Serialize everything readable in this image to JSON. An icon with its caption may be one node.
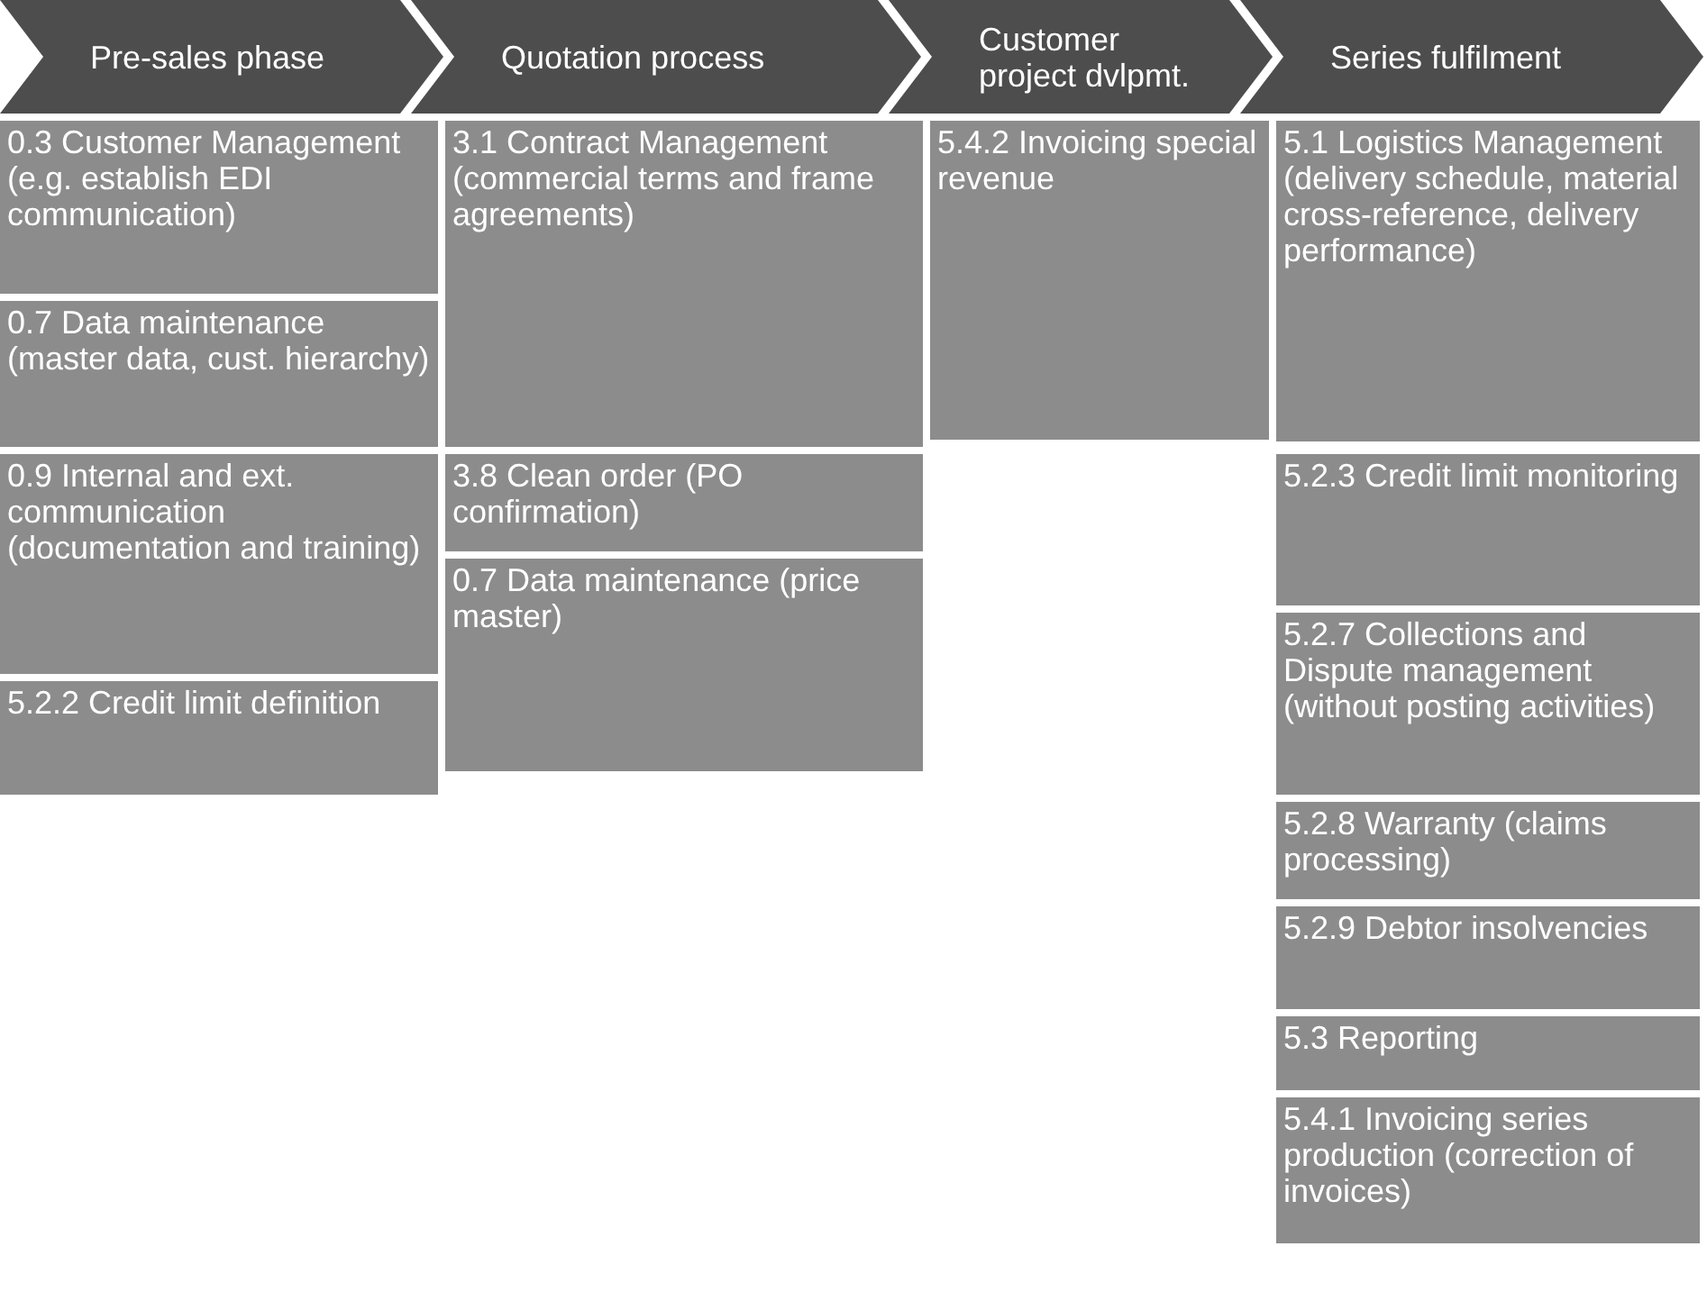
{
  "diagram": {
    "nodes": [
      {
        "text": [
          "Pre-sales phase"
        ]
      },
      {
        "text": [
          "Quotation process"
        ]
      },
      {
        "text": [
          "Customer project dvlpmt."
        ]
      },
      {
        "text": [
          "Series fulfilment"
        ]
      },
      {
        "text": [
          "0.3 Customer Management (e.g. establish EDI communication)"
        ]
      },
      {
        "text": [
          "0.7 Data maintenance (master data, cust. hierarchy)"
        ]
      },
      {
        "text": [
          "0.9 Internal and ext. communication (documentation and training)"
        ]
      },
      {
        "text": [
          "5.2.2 Credit limit definition"
        ]
      },
      {
        "text": [
          "3.1 Contract Management (commercial terms and frame agreements)"
        ]
      },
      {
        "text": [
          "3.8 Clean order (PO confirmation)"
        ]
      },
      {
        "text": [
          "0.7 Data maintenance (price master)"
        ]
      },
      {
        "text": [
          "5.4.2 Invoicing special revenue"
        ]
      },
      {
        "text": [
          "5.1 Logistics Management (delivery schedule, material cross-reference, delivery performance)"
        ]
      },
      {
        "text": [
          "5.2.3 Credit limit monitoring"
        ]
      },
      {
        "text": [
          "5.2.7 Collections and Dispute management (without posting activities)"
        ]
      },
      {
        "text": [
          "5.2.8 Warranty (claims processing)"
        ]
      },
      {
        "text": [
          "5.2.9 Debtor insolvencies"
        ]
      },
      {
        "text": [
          "5.3 Reporting"
        ]
      },
      {
        "text": [
          "5.4.1 Invoicing series production (correction of invoices)"
        ]
      }
    ]
  }
}
